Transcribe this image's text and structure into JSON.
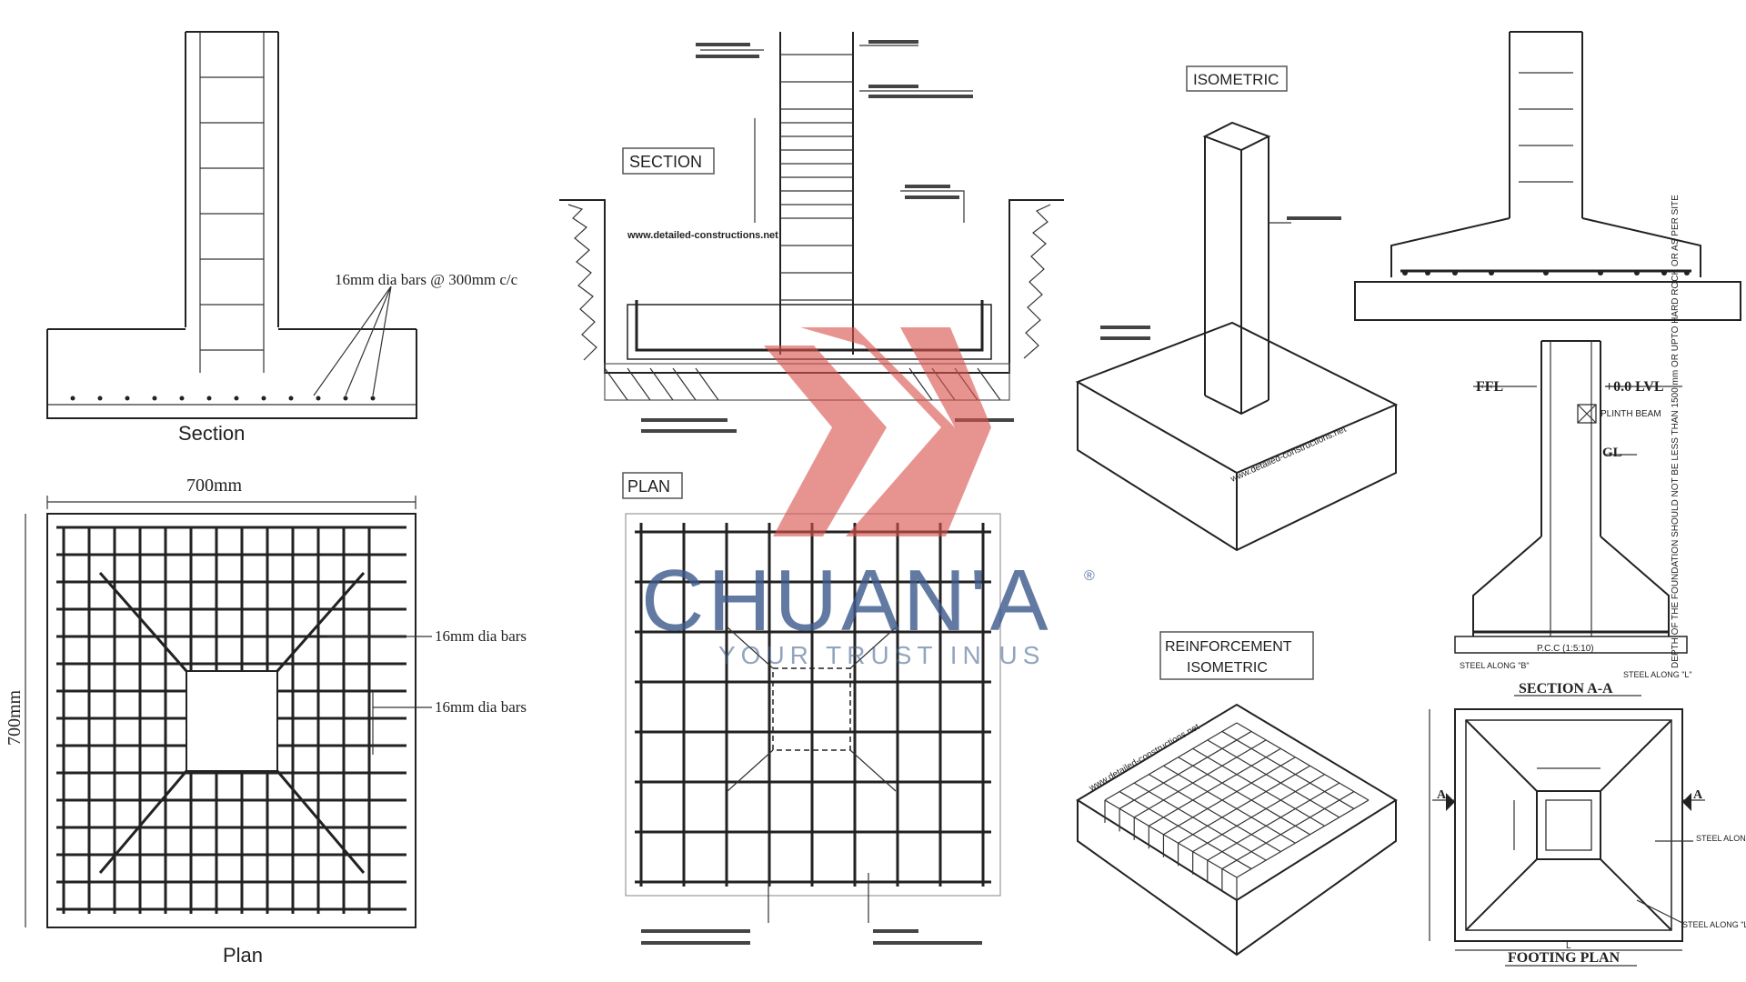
{
  "left_section": {
    "title": "Section",
    "bar_note": "16mm dia bars @ 300mm c/c"
  },
  "left_plan": {
    "title": "Plan",
    "width_dim": "700mm",
    "height_dim": "700mm",
    "bar_note_1": "16mm dia bars",
    "bar_note_2": "16mm dia bars"
  },
  "mid_section": {
    "title": "SECTION",
    "url": "www.detailed-constructions.net"
  },
  "mid_plan": {
    "title": "PLAN"
  },
  "isometric": {
    "title": "ISOMETRIC",
    "url": "www.detailed-constructions.net"
  },
  "reinf_isometric": {
    "title_line1": "REINFORCEMENT",
    "title_line2": "ISOMETRIC",
    "url": "www.detailed-constructions.net"
  },
  "section_aa": {
    "title": "SECTION  A-A",
    "ffl": "FFL",
    "lvl": "+0.0  LVL",
    "plinth": "PLINTH BEAM",
    "gl": "GL",
    "pcc": "P.C.C (1:5:10)",
    "steel_b": "STEEL ALONG \"B\"",
    "steel_l": "STEEL ALONG \"L\"",
    "depth_note": "DEPTH OF THE FOUNDATION SHOULD NOT BE LESS THAN 1500 mm OR UPTO HARD ROCK OR AS PER SITE"
  },
  "footing_plan": {
    "title": "FOOTING  PLAN",
    "marker_a": "A",
    "steel_along_1": "STEEL ALONG",
    "steel_along_2": "STEEL ALONG \"L\"",
    "dim_l": "L"
  },
  "watermark": {
    "brand": "CHUAN'A",
    "tagline": "YOUR TRUST IN US",
    "registered": "®",
    "brand_color": "#3b5a8c",
    "logo_color": "#d9534f"
  }
}
